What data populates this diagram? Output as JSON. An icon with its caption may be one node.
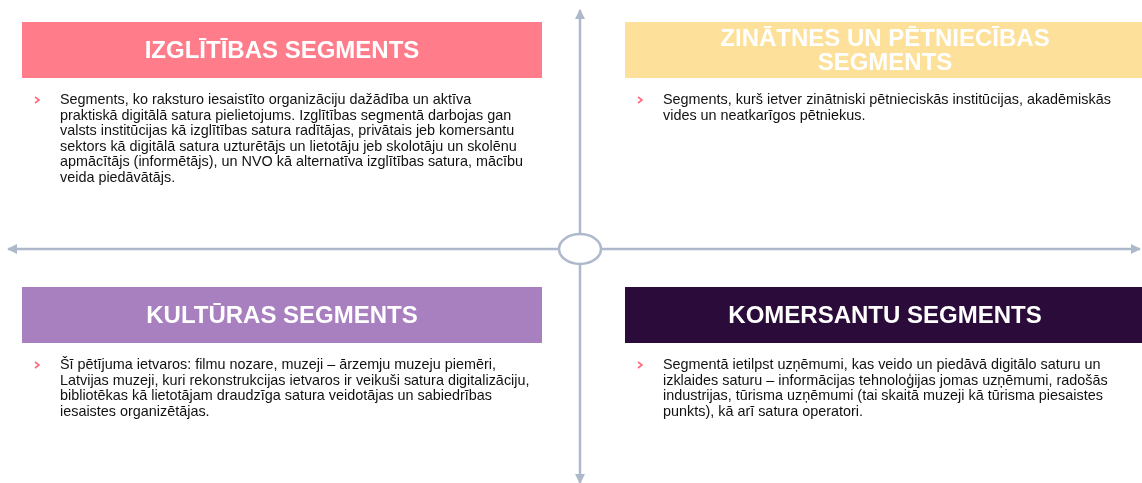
{
  "diagram": {
    "nodes": [
      {
        "text": [
          "IZGLĪTĪBAS SEGMENTS",
          "Segments, ko raksturo iesaistīto organizāciju dažādība un aktīva praktiskā digitālā satura pielietojums. Izglītības segmentā darbojas gan valsts institūcijas kā izglītības satura radītājas, privātais jeb komersantu sektors kā digitālā satura uzturētājs un lietotāju jeb skolotāju un skolēnu apmācītājs (informētājs), un NVO kā alternatīva izglītības satura, mācību veida piedāvātājs."
        ]
      },
      {
        "text": [
          "ZINĀTNES UN PĒTNIECĪBAS SEGMENTS",
          "Segments, kurš ietver zinātniski pētnieciskās institūcijas, akadēmiskās vides un neatkarīgos pētniekus."
        ]
      },
      {
        "text": [
          "KULTŪRAS SEGMENTS",
          "Šī pētījuma ietvaros: filmu nozare, muzeji – ārzemju muzeju piemēri, Latvijas muzeji, kuri rekonstrukcijas ietvaros ir veikuši satura digitalizāciju, bibliotēkas kā lietotājam draudzīga satura veidotājas un sabiedrības iesaistes organizētājas."
        ]
      },
      {
        "text": [
          "KOMERSANTU SEGMENTS",
          "Segmentā ietilpst uzņēmumi, kas veido un piedāvā digitālo saturu un izklaides saturu – informācijas tehnoloģijas jomas uzņēmumi, radošās industrijas, tūrisma uzņēmumi (tai skaitā muzeji kā tūrisma piesaistes punkts), kā arī satura operatori."
        ]
      },
      {
        "text": [],
        "shape": "circle"
      }
    ],
    "edges": [
      {
        "from": 4,
        "to": null,
        "arrow": "to"
      },
      {
        "from": 4,
        "to": null,
        "arrow": "to"
      },
      {
        "from": 4,
        "to": null,
        "arrow": "to"
      },
      {
        "from": 4,
        "to": null,
        "arrow": "to"
      }
    ]
  }
}
